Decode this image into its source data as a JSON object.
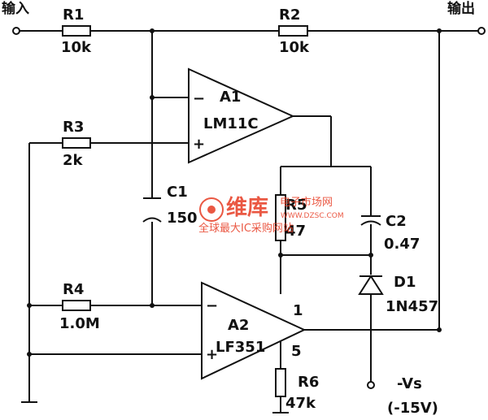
{
  "labels": {
    "input": "输入",
    "output": "输出",
    "r1_name": "R1",
    "r1_value": "10k",
    "r2_name": "R2",
    "r2_value": "10k",
    "r3_name": "R3",
    "r3_value": "2k",
    "r4_name": "R4",
    "r4_value": "1.0M",
    "r5_name": "R5",
    "r5_value": "47",
    "r6_name": "R6",
    "r6_value": "47k",
    "c1_name": "C1",
    "c1_value": "150",
    "c2_name": "C2",
    "c2_value": "0.47",
    "d1_name": "D1",
    "d1_value": "1N457",
    "a1_name": "A1",
    "a1_model": "LM11C",
    "a2_name": "A2",
    "a2_model": "LF351",
    "pin1": "1",
    "pin5": "5",
    "minus": "−",
    "plus": "+",
    "supply": "-Vs",
    "supply_value": "(-15V)"
  },
  "watermark": {
    "brand": "维库",
    "site": "电子市场网",
    "url": "WWW.DZSC.COM",
    "slogan": "全球最大IC采购网站"
  },
  "colors": {
    "line": "#111111",
    "watermark": "#e8412a",
    "background": "#ffffff"
  }
}
